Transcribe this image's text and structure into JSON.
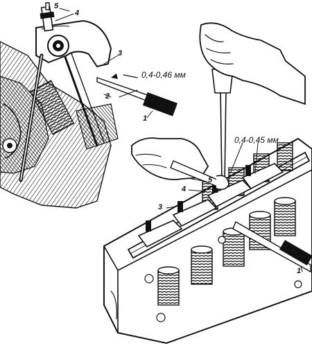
{
  "figure": {
    "callouts_left": [
      "5",
      "4",
      "3",
      "2",
      "1"
    ],
    "callouts_right": [
      "5",
      "4",
      "3",
      "1"
    ],
    "gap_left": "0,4-0,46 мм",
    "gap_right": "0,4-0,45 мм"
  }
}
